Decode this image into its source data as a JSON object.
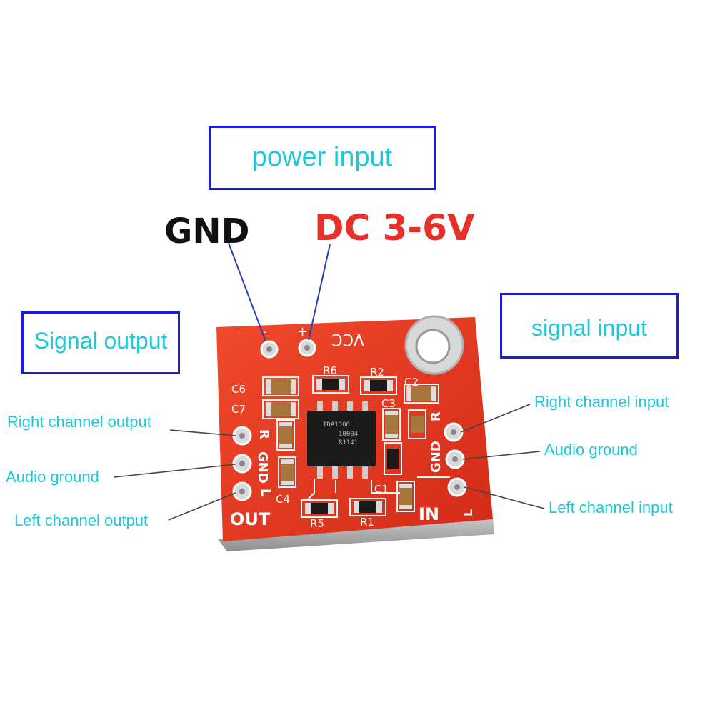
{
  "power_box": {
    "text": "power input"
  },
  "power_pins": {
    "gnd": "GND",
    "vin": "DC 3-6V"
  },
  "output_box": {
    "text": "Signal output"
  },
  "input_box": {
    "text": "signal input"
  },
  "output_labels": {
    "right": "Right channel output",
    "ground": "Audio ground",
    "left": "Left channel output"
  },
  "input_labels": {
    "right": "Right channel input",
    "ground": "Audio ground",
    "left": "Left channel input"
  },
  "board": {
    "silkscreen": {
      "minus": "-",
      "plus": "+",
      "vcc": "VCC",
      "out": "OUT",
      "in": "IN",
      "r_left": "R",
      "gnd_left": "GND",
      "l_left": "L",
      "r_right": "R",
      "gnd_right": "GND",
      "l_right": "L",
      "c1": "C1",
      "c2": "C2",
      "c3": "C3",
      "c4": "C4",
      "c6": "C6",
      "c7": "C7",
      "r1": "R1",
      "r2": "R2",
      "r5": "R5",
      "r6": "R6"
    },
    "chip_lines": [
      "TDA1308",
      "10004",
      "R1141"
    ],
    "colors": {
      "board": "#e8321e",
      "silk": "#ffffff",
      "chip": "#1a1a1a",
      "pad": "#d9d9d9"
    }
  }
}
